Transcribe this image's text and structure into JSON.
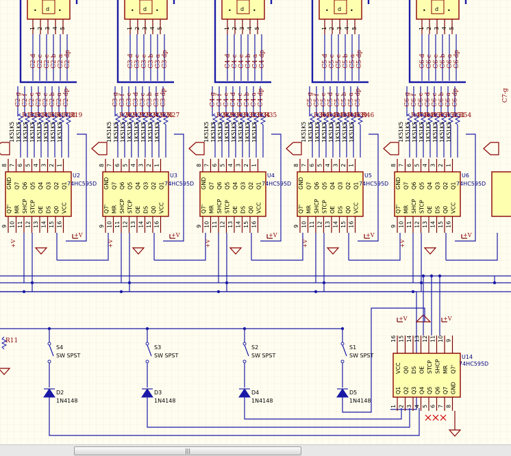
{
  "ic_part": "74HC595D",
  "display_digit": "d",
  "shift_registers": [
    {
      "ref": "U2",
      "group": "C2",
      "resistors": [
        "R12",
        "R13",
        "R14",
        "R15",
        "R16",
        "R17",
        "R18",
        "R19"
      ]
    },
    {
      "ref": "U3",
      "group": "C3",
      "resistors": [
        "R20",
        "R21",
        "R22",
        "R23",
        "R24",
        "R25",
        "R26",
        "R27"
      ]
    },
    {
      "ref": "U4",
      "group": "C4",
      "resistors": [
        "R28",
        "R29",
        "R30",
        "R31",
        "R32",
        "R33",
        "R34",
        "R35"
      ]
    },
    {
      "ref": "U5",
      "group": "C5",
      "resistors": [
        "R36",
        "R41",
        "R42",
        "R43",
        "R44",
        "R45",
        "R39",
        "R46"
      ]
    },
    {
      "ref": "U6",
      "group": "C6",
      "resistors": [
        "R47",
        "R48",
        "R49",
        "R50",
        "R51",
        "R52",
        "R53",
        "R54"
      ]
    }
  ],
  "segments_top": [
    "g",
    "f",
    "e",
    "d",
    "c",
    "b",
    "a",
    "dp"
  ],
  "segments_mid": [
    "g",
    "f",
    "e",
    "d",
    "c",
    "b",
    "a",
    "dp"
  ],
  "resistor_value": "1K5",
  "upper_pin_numbers": [
    "8",
    "7",
    "6",
    "5",
    "4",
    "3",
    "2",
    "1",
    "15"
  ],
  "lower_pin_numbers": [
    "9",
    "10",
    "11",
    "12",
    "13",
    "14",
    "15",
    "16"
  ],
  "top_pin_labels": [
    "GND",
    "Q7",
    "Q6",
    "Q5",
    "Q4",
    "Q3",
    "Q2",
    "Q1"
  ],
  "bottom_pin_labels": [
    "Q7'",
    "MR",
    "SHCP",
    "STCP",
    "OE",
    "DS",
    "Q0",
    "VCC"
  ],
  "edge_ref": "C7",
  "switches": [
    {
      "ref": "S4",
      "type": "SW SPST",
      "diode": "D2",
      "diode_part": "1N4148"
    },
    {
      "ref": "S3",
      "type": "SW SPST",
      "diode": "D3",
      "diode_part": "1N4148"
    },
    {
      "ref": "S2",
      "type": "SW SPST",
      "diode": "D4",
      "diode_part": "1N4148"
    },
    {
      "ref": "S1",
      "type": "SW SPST",
      "diode": "D5",
      "diode_part": "1N4148"
    }
  ],
  "input_register": {
    "ref": "U14",
    "part": "74HC595D",
    "top_pins": [
      "16",
      "15",
      "14",
      "13",
      "12",
      "11",
      "10",
      "9"
    ],
    "top_labels": [
      "VCC",
      "Q0",
      "DS",
      "OE",
      "STCP",
      "SHCP",
      "MR",
      "Q7'"
    ],
    "bottom_pins": [
      "1",
      "2",
      "3",
      "4",
      "5",
      "6",
      "7",
      "8"
    ],
    "bottom_labels": [
      "Q1",
      "Q2",
      "Q3",
      "Q4",
      "Q5",
      "Q6",
      "Q7",
      "GND"
    ]
  },
  "pull_resistor": "R11",
  "power_label": "+V",
  "scrollbar_grip": "|||"
}
